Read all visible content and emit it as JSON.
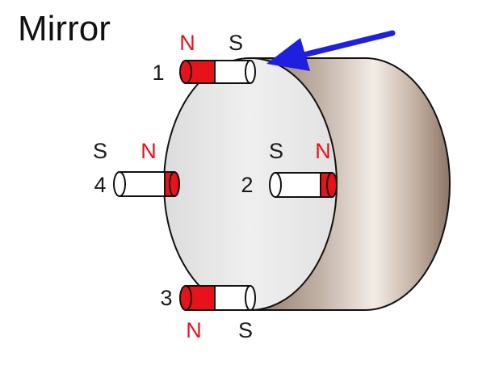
{
  "title": "Mirror",
  "colors": {
    "north": "#e8121b",
    "south": "#ffffff",
    "label_text": "#1a1a1a",
    "arrow": "#1f1fe0",
    "face": "#e9e9e9",
    "outline": "#111111"
  },
  "magnets": [
    {
      "number": "1",
      "pole_left": "N",
      "pole_right": "S"
    },
    {
      "number": "2",
      "pole_left": "S",
      "pole_right": "N"
    },
    {
      "number": "3",
      "pole_left": "N",
      "pole_right": "S"
    },
    {
      "number": "4",
      "pole_left": "S",
      "pole_right": "N"
    }
  ],
  "arrow_icon": "arrow-pointing-left-icon"
}
